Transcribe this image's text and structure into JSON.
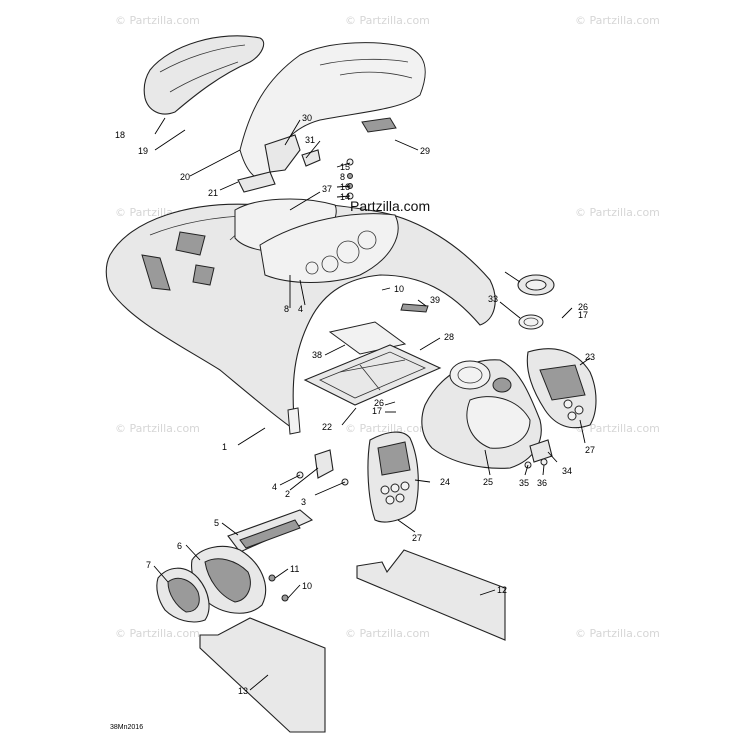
{
  "brand_label": "Partzilla.com",
  "watermark_text": "© Partzilla.com",
  "diagram_code": "38Mn2016",
  "callouts": [
    "1",
    "2",
    "3",
    "4",
    "4",
    "5",
    "6",
    "7",
    "8",
    "8",
    "10",
    "10",
    "11",
    "12",
    "13",
    "14",
    "15",
    "16",
    "17",
    "17",
    "18",
    "19",
    "20",
    "21",
    "22",
    "23",
    "24",
    "25",
    "26",
    "26",
    "27",
    "27",
    "28",
    "29",
    "30",
    "31",
    "33",
    "34",
    "35",
    "36",
    "37",
    "38",
    "39"
  ],
  "colors": {
    "line": "#222222",
    "fill": "#e8e8e8",
    "watermark": "#d6d6d6"
  }
}
